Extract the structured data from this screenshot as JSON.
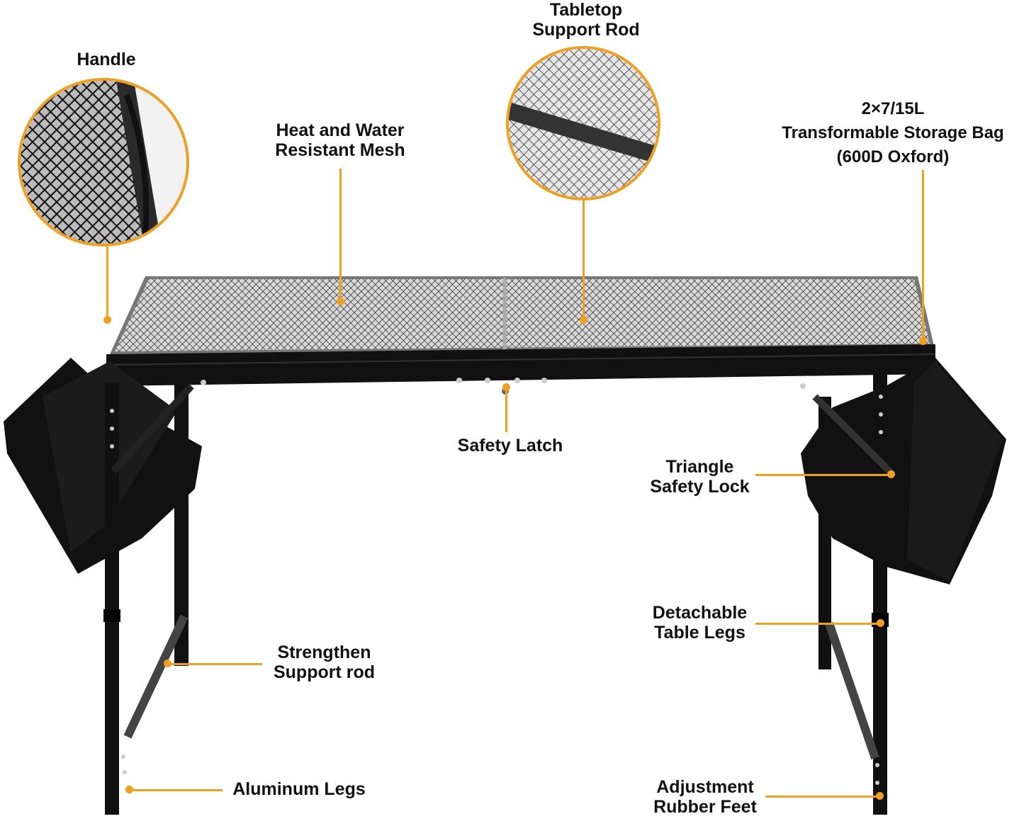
{
  "title": "Folding mesh camping table feature diagram",
  "accent_color": "#f0a020",
  "callouts": {
    "handle": {
      "lines": [
        "Handle"
      ]
    },
    "tabletop_support_rod": {
      "lines": [
        "Tabletop",
        "Support Rod"
      ]
    },
    "mesh": {
      "lines": [
        "Heat and Water",
        "Resistant Mesh"
      ]
    },
    "storage_bag": {
      "lines": [
        "2×7/15L",
        "Transformable Storage Bag",
        "(600D Oxford)"
      ]
    },
    "safety_latch": {
      "lines": [
        "Safety Latch"
      ]
    },
    "triangle_lock": {
      "lines": [
        "Triangle",
        "Safety Lock"
      ]
    },
    "detachable_legs": {
      "lines": [
        "Detachable",
        "Table Legs"
      ]
    },
    "strengthen_rod": {
      "lines": [
        "Strengthen",
        "Support rod"
      ]
    },
    "aluminum_legs": {
      "lines": [
        "Aluminum Legs"
      ]
    },
    "rubber_feet": {
      "lines": [
        "Adjustment",
        "Rubber Feet"
      ]
    }
  }
}
